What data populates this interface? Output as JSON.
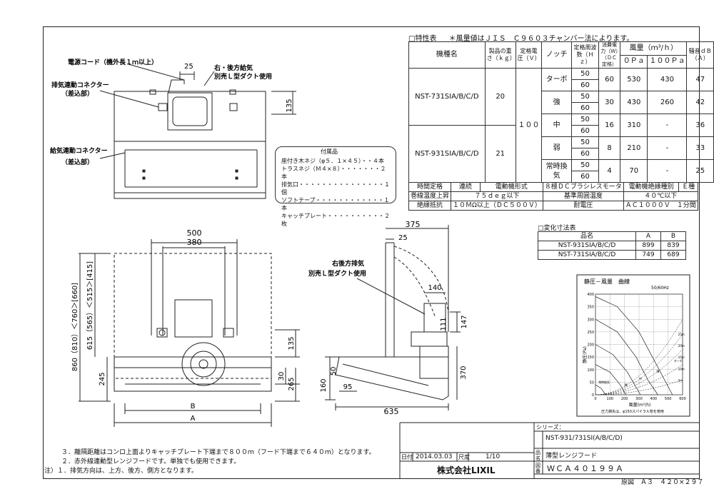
{
  "spec_header": {
    "title": "□特性表",
    "note": "＊風量値はＪＩＳ　Ｃ９６０３チャンバー法によります。"
  },
  "spec_table": {
    "headers": {
      "model": "機種名",
      "weight": "製品の重さ（ｋｇ）",
      "voltage": "定格電圧（Ｖ）",
      "notch": "ノッチ",
      "freq": "定格周波数（Ｈｚ）",
      "power": "消費電力（Ｗ）（ＤＣ定格）",
      "airflow": "風量（ｍ³/ｈ）",
      "airflow_0": "０Ｐａ",
      "airflow_100": "１００Ｐａ",
      "noise": "騒音ｄＢ（Ａ）"
    },
    "models": [
      {
        "name": "NST-731SIA/B/C/D",
        "weight": "20"
      },
      {
        "name": "NST-931SIA/B/C/D",
        "weight": "21"
      }
    ],
    "voltage": "１００",
    "rows": [
      {
        "notch": "ターボ",
        "freq": [
          "50",
          "60"
        ],
        "power": "60",
        "af0": "530",
        "af100": "430",
        "db": "47"
      },
      {
        "notch": "強",
        "freq": [
          "50",
          "60"
        ],
        "power": "30",
        "af0": "430",
        "af100": "260",
        "db": "42"
      },
      {
        "notch": "中",
        "freq": [
          "50",
          "60"
        ],
        "power": "16",
        "af0": "310",
        "af100": "-",
        "db": "36"
      },
      {
        "notch": "弱",
        "freq": [
          "50",
          "60"
        ],
        "power": "8",
        "af0": "210",
        "af100": "-",
        "db": "33"
      },
      {
        "notch": "常時換気",
        "freq": [
          "50",
          "60"
        ],
        "power": "4",
        "af0": "70",
        "af100": "-",
        "db": "25"
      }
    ],
    "footer": {
      "r1": [
        "時間定格",
        "連続",
        "電動機形式",
        "８極ＤＣブラシレスモータ",
        "電動機絶縁種別",
        "Ｅ種"
      ],
      "r2": [
        "巻線温度上昇",
        "７５ｄｅｇ以下",
        "基準周囲温度",
        "４０℃以下"
      ],
      "r3": [
        "絶縁抵抗",
        "１０ＭΩ以上（ＤＣ５００Ｖ）",
        "耐電圧",
        "ＡＣ１０００Ｖ　１分間"
      ]
    }
  },
  "dims_table": {
    "title": "□変化寸法表",
    "headers": [
      "品名",
      "A",
      "B"
    ],
    "rows": [
      [
        "NST-931SIA/B/C/D",
        "899",
        "839"
      ],
      [
        "NST-731SIA/B/C/D",
        "749",
        "689"
      ]
    ]
  },
  "accessories": {
    "title": "付属品",
    "items": [
      "座付き木ネジ（φ５．１×４５）・・４本",
      "トラスネジ（Ｍ４×８）・・・・・・・２本",
      "排気口・・・・・・・・・・・・・・・１個",
      "ソフトテープ・・・・・・・・・・・・１本",
      "キャッチプレート・・・・・・・・・・２枚"
    ]
  },
  "top_view": {
    "power_cord": "電源コード（機外長１ｍ以上）",
    "dim_25": "25",
    "right_back_supply": "右・後方給気",
    "l_duct_supply": "別売Ｌ型ダクト使用",
    "exhaust_connector": "排気連動コネクター",
    "exhaust_connector_sub": "（差込部）",
    "dim_135": "135",
    "supply_connector": "給気連動コネクター",
    "supply_connector_sub": "（差込部）"
  },
  "front_view": {
    "dim_500": "500",
    "dim_380": "380",
    "dim_vertical_860": "860（810）＜760＞[660]",
    "dim_vertical_615": "615（565）＜515＞[415]",
    "dim_245": "245",
    "dim_135": "135",
    "dim_30": "30",
    "dim_265": "265",
    "label_B": "B",
    "label_A": "A"
  },
  "side_view": {
    "dim_375": "375",
    "dim_25": "25",
    "right_back_exhaust": "右後方排気",
    "l_duct_exhaust": "別売Ｌ型ダクト使用",
    "dim_140": "140",
    "dim_147": "147",
    "dim_111": "111",
    "dim_50": "50",
    "dim_160": "160",
    "dim_95": "95",
    "dim_370": "370",
    "dim_635": "635"
  },
  "curve": {
    "title": "静圧－風量　曲線",
    "freq_note": "50/60Hz",
    "yaxis_label": "静圧(Pa)",
    "xaxis_label": "風量(m³/h)",
    "x_ticks": [
      "0",
      "100",
      "200",
      "300",
      "400",
      "500",
      "600"
    ],
    "y_ticks": [
      "0",
      "50",
      "100",
      "150",
      "200",
      "250",
      "300",
      "350",
      "400"
    ],
    "series_labels": [
      "ターボ",
      "強",
      "中",
      "弱",
      "常時換気"
    ],
    "duct_labels": [
      "25m",
      "20m",
      "15m",
      "10m",
      "5m"
    ],
    "footnote": "圧力損失は、φ150スパイラル管を使用"
  },
  "notes": {
    "n3": "３．離隔距離はコンロ上面よりキャッチプレート下端まで８００ｍ（フード下端まで６４０ｍ）となります。",
    "n2": "２．赤外線連動型レンジフードです。単独でも使用できます。",
    "n1": "注）１．排気方向は、上方、後方、側方となります。"
  },
  "title_block": {
    "series_label": "シリーズ：",
    "series_value": "NST-931/731SI(A/B/C/D)",
    "name_label": "品名",
    "name_value": "薄型レンジフード",
    "date_label": "日付",
    "date_value": "2014.03.03",
    "scale_label": "尺度",
    "scale_value": "1/10",
    "company": "株式会社LIXIL",
    "drawing_label": "図番",
    "drawing_no": "ＷＣＡ４０１９９Ａ",
    "paper": "原図　Ａ３　４２０×２９７"
  },
  "colors": {
    "line": "#222222",
    "background": "#ffffff"
  }
}
